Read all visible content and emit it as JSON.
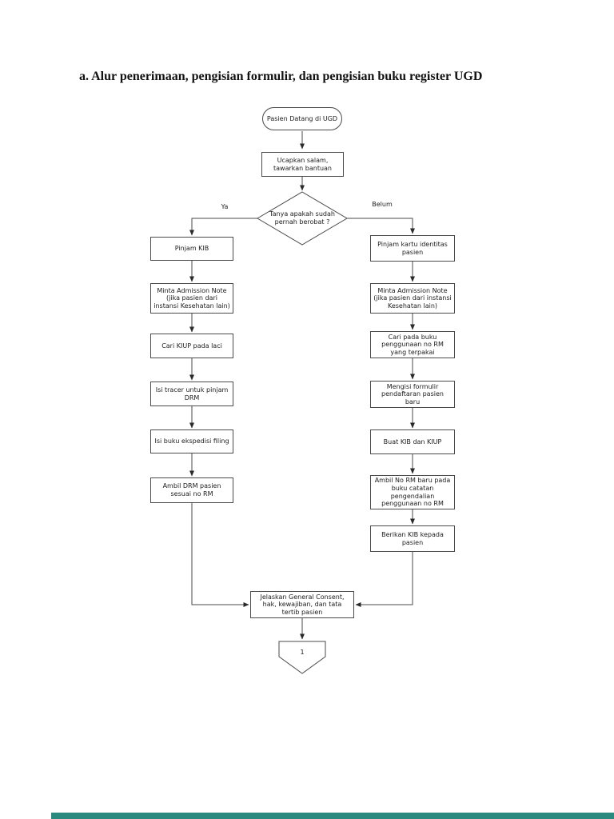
{
  "page": {
    "title": "a.  Alur penerimaan, pengisian formulir, dan pengisian buku register UGD"
  },
  "flowchart": {
    "type": "flowchart",
    "start": "Pasien Datang di UGD",
    "greet": "Ucapkan salam, tawarkan bantuan",
    "decision": "Tanya apakah sudah pernah berobat ?",
    "branch_left_label": "Ya",
    "branch_right_label": "Belum",
    "left_steps": [
      "Pinjam KIB",
      "Minta Admission Note (jika pasien dari instansi Kesehatan lain)",
      "Cari KIUP pada laci",
      "Isi tracer untuk pinjam DRM",
      "Isi buku ekspedisi filing",
      "Ambil DRM pasien sesuai no RM"
    ],
    "right_steps": [
      "Pinjam kartu identitas pasien",
      "Minta Admission Note (jika pasien dari instansi Kesehatan lain)",
      "Cari pada buku penggunaan no RM yang terpakai",
      "Mengisi formulir pendaftaran pasien baru",
      "Buat KIB dan KIUP",
      "Ambil No RM baru pada buku catatan pengendalian penggunaan no RM",
      "Berikan KIB kepada pasien"
    ],
    "merge": "Jelaskan General Consent, hak, kewajiban, dan tata tertib pasien",
    "offpage_connector": "1",
    "colors": {
      "line": "#4a4a4a",
      "box_border": "#4a4a4a",
      "text": "#1c1c1c",
      "bottom_strip": "#2b8a80"
    }
  }
}
